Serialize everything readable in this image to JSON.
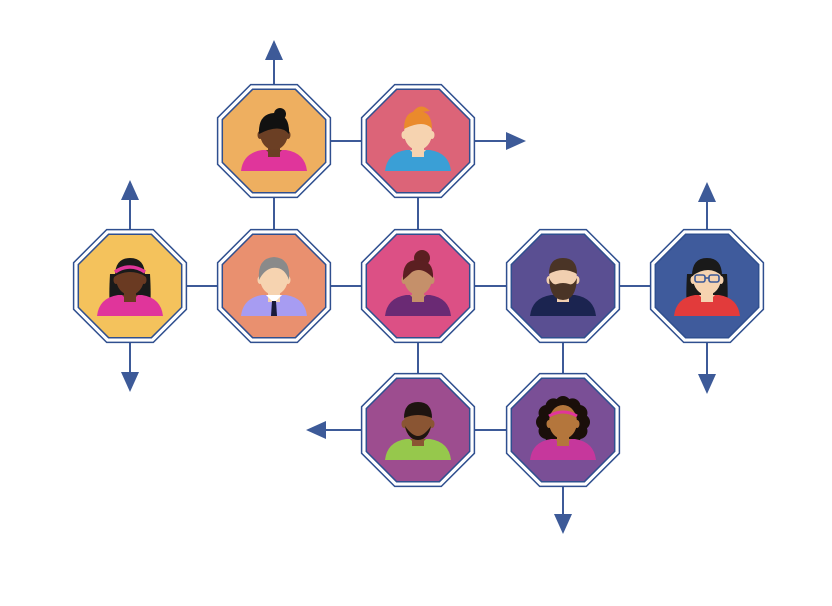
{
  "colors": {
    "connector": "#3d5a98",
    "octagon_border": "#2f4f8f"
  },
  "nodes": [
    {
      "id": "woman-ponytail",
      "icon": "person-ponytail-icon",
      "fill": "#eeaf60",
      "skin": "#6b3f24",
      "hair": "#111111",
      "shirt": "#e0359b",
      "hair_style": "ponytail"
    },
    {
      "id": "man-ginger",
      "icon": "person-ginger-icon",
      "fill": "#dc6478",
      "skin": "#f6d3b0",
      "hair": "#ea8a2c",
      "shirt": "#3a9fd6",
      "hair_style": "quiff"
    },
    {
      "id": "woman-headband",
      "icon": "person-headband-icon",
      "fill": "#f4c25c",
      "skin": "#6a3a22",
      "hair": "#1a1a1a",
      "shirt": "#e0359b",
      "hair_style": "long-headband"
    },
    {
      "id": "man-gray",
      "icon": "person-gray-hair-icon",
      "fill": "#e9906f",
      "skin": "#f6d3b0",
      "hair": "#8a8a8a",
      "shirt": "#a79cf2",
      "hair_style": "gray-tie"
    },
    {
      "id": "woman-bun",
      "icon": "person-bun-icon",
      "fill": "#dc5085",
      "skin": "#c5906a",
      "hair": "#5b1f21",
      "shirt": "#6a2a74",
      "hair_style": "bun"
    },
    {
      "id": "man-beard",
      "icon": "person-beard-icon",
      "fill": "#5a4f92",
      "skin": "#f1cfb0",
      "hair": "#4a3426",
      "shirt": "#1b2450",
      "hair_style": "beard"
    },
    {
      "id": "woman-glasses",
      "icon": "person-glasses-icon",
      "fill": "#3f5b9c",
      "skin": "#f6d3b0",
      "hair": "#1a1a1a",
      "shirt": "#e23b3b",
      "hair_style": "long-glasses"
    },
    {
      "id": "man-dark",
      "icon": "person-short-beard-icon",
      "fill": "#9d4d8f",
      "skin": "#8a5533",
      "hair": "#1e1410",
      "shirt": "#96c84c",
      "hair_style": "short-beard"
    },
    {
      "id": "woman-curly",
      "icon": "person-curly-hair-icon",
      "fill": "#7a4f96",
      "skin": "#b4763c",
      "hair": "#1a0f0a",
      "shirt": "#c6379c",
      "hair_style": "curly"
    }
  ]
}
